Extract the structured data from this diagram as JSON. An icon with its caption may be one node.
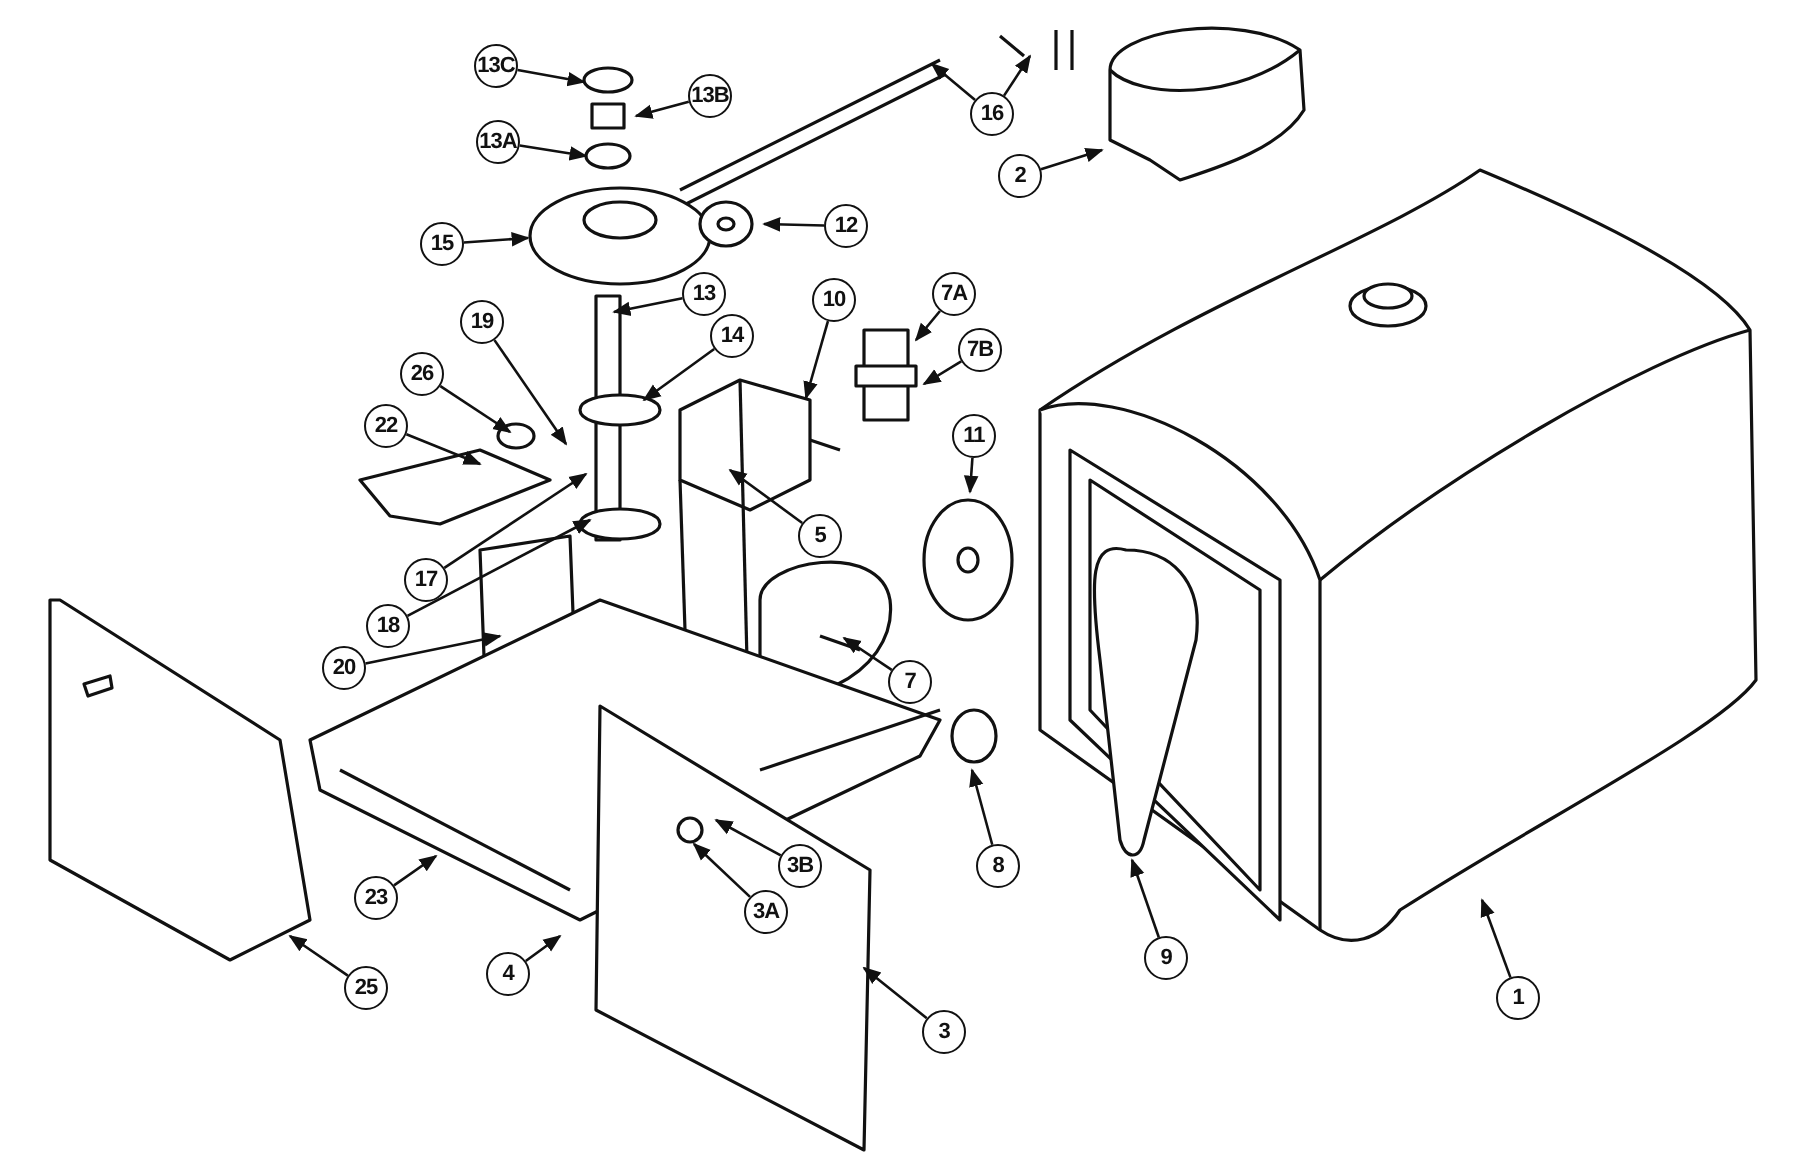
{
  "diagram": {
    "nodes": [
      {
        "text": [
          "13C"
        ]
      },
      {
        "text": [
          "13B"
        ]
      },
      {
        "text": [
          "16"
        ]
      },
      {
        "text": [
          "13A"
        ]
      },
      {
        "text": [
          "2"
        ]
      },
      {
        "text": [
          "15"
        ]
      },
      {
        "text": [
          "12"
        ]
      },
      {
        "text": [
          "13"
        ]
      },
      {
        "text": [
          "10"
        ]
      },
      {
        "text": [
          "7A"
        ]
      },
      {
        "text": [
          "19"
        ]
      },
      {
        "text": [
          "14"
        ]
      },
      {
        "text": [
          "7B"
        ]
      },
      {
        "text": [
          "26"
        ]
      },
      {
        "text": [
          "22"
        ]
      },
      {
        "text": [
          "11"
        ]
      },
      {
        "text": [
          "5"
        ]
      },
      {
        "text": [
          "17"
        ]
      },
      {
        "text": [
          "18"
        ]
      },
      {
        "text": [
          "20"
        ]
      },
      {
        "text": [
          "7"
        ]
      },
      {
        "text": [
          "8"
        ]
      },
      {
        "text": [
          "3B"
        ]
      },
      {
        "text": [
          "23"
        ]
      },
      {
        "text": [
          "3A"
        ]
      },
      {
        "text": [
          "9"
        ]
      },
      {
        "text": [
          "4"
        ]
      },
      {
        "text": [
          "25"
        ]
      },
      {
        "text": [
          "1"
        ]
      },
      {
        "text": [
          "3"
        ]
      }
    ],
    "edges": [
      {
        "from": 0,
        "to": null,
        "arrow": "to"
      },
      {
        "from": 1,
        "to": null,
        "arrow": "to"
      },
      {
        "from": 2,
        "to": null,
        "arrow": "to"
      },
      {
        "from": 2,
        "to": null,
        "arrow": "to"
      },
      {
        "from": 3,
        "to": null,
        "arrow": "to"
      },
      {
        "from": 4,
        "to": null,
        "arrow": "to"
      },
      {
        "from": 5,
        "to": null,
        "arrow": "to"
      },
      {
        "from": 6,
        "to": null,
        "arrow": "to"
      },
      {
        "from": 7,
        "to": null,
        "arrow": "to"
      },
      {
        "from": 8,
        "to": null,
        "arrow": "to"
      },
      {
        "from": 9,
        "to": null,
        "arrow": "to"
      },
      {
        "from": 10,
        "to": null,
        "arrow": "to"
      },
      {
        "from": 11,
        "to": null,
        "arrow": "to"
      },
      {
        "from": 12,
        "to": null,
        "arrow": "to"
      },
      {
        "from": 13,
        "to": null,
        "arrow": "to"
      },
      {
        "from": 14,
        "to": null,
        "arrow": "to"
      },
      {
        "from": 15,
        "to": null,
        "arrow": "to"
      },
      {
        "from": 16,
        "to": null,
        "arrow": "to"
      },
      {
        "from": 17,
        "to": null,
        "arrow": "to"
      },
      {
        "from": 18,
        "to": null,
        "arrow": "to"
      },
      {
        "from": 19,
        "to": null,
        "arrow": "to"
      },
      {
        "from": 20,
        "to": null,
        "arrow": "to"
      },
      {
        "from": 21,
        "to": null,
        "arrow": "to"
      },
      {
        "from": 22,
        "to": null,
        "arrow": "to"
      },
      {
        "from": 23,
        "to": null,
        "arrow": "to"
      },
      {
        "from": 24,
        "to": null,
        "arrow": "to"
      },
      {
        "from": 25,
        "to": null,
        "arrow": "to"
      },
      {
        "from": 26,
        "to": null,
        "arrow": "to"
      },
      {
        "from": 27,
        "to": null,
        "arrow": "to"
      },
      {
        "from": 28,
        "to": null,
        "arrow": "to"
      },
      {
        "from": 29,
        "to": null,
        "arrow": "to"
      }
    ]
  }
}
